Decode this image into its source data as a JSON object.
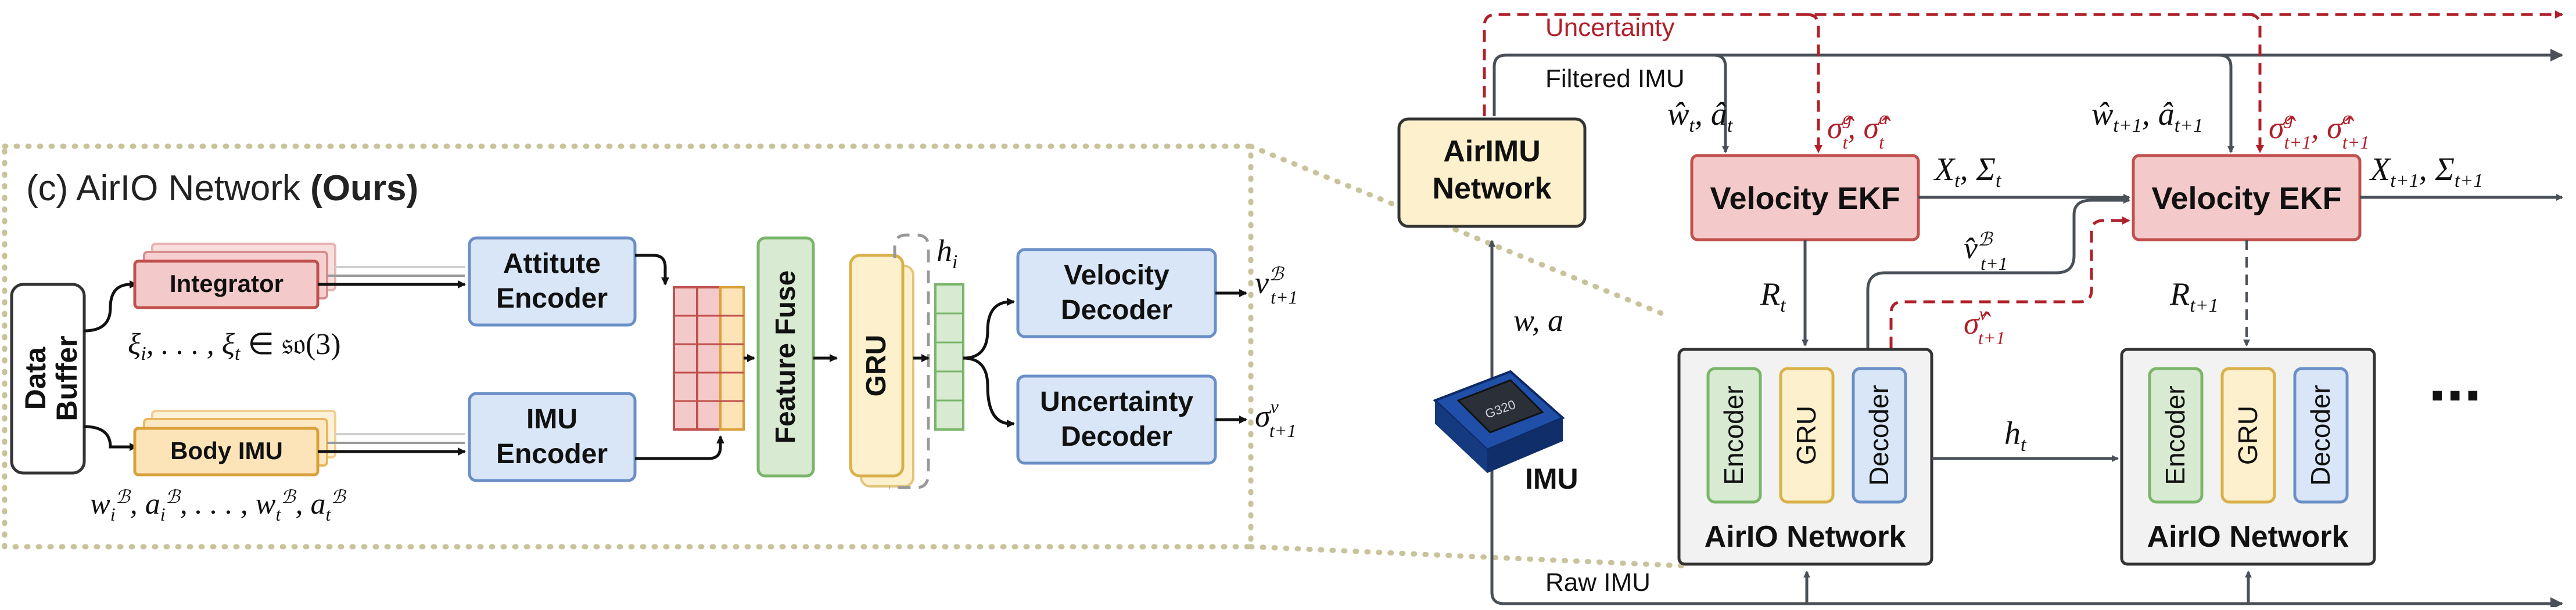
{
  "left_panel": {
    "title_prefix": "(c) AirIO Network ",
    "title_bold": "(Ours)",
    "data_buffer_line1": "Data",
    "data_buffer_line2": "Buffer",
    "integrator_label": "Integrator",
    "body_imu_label": "Body IMU",
    "xi_label": "ξ_i, ..., ξ_t ∈ 𝔰𝔬(3)",
    "w_label": "w_i^B, a_i^B, ..., w_t^B, a_t^B",
    "attitude_encoder_line1": "Attitute",
    "attitude_encoder_line2": "Encoder",
    "imu_encoder_line1": "IMU",
    "imu_encoder_line2": "Encoder",
    "feature_fuse_label": "Feature Fuse",
    "gru_label": "GRU",
    "h_i_label": "h_i",
    "velocity_decoder_line1": "Velocity",
    "velocity_decoder_line2": "Decoder",
    "uncertainty_decoder_line1": "Uncertainty",
    "uncertainty_decoder_line2": "Decoder",
    "v_out_label": "v_{t+1}^B",
    "sigma_out_label": "σ_{t+1}^v"
  },
  "right_panel": {
    "uncertainty_label": "Uncertainty",
    "filtered_imu_label": "Filtered IMU",
    "raw_imu_label": "Raw IMU",
    "airimu_line1": "AirIMU",
    "airimu_line2": "Network",
    "imu_label": "IMU",
    "w_a_label": "w, a",
    "ekf1_label": "Velocity EKF",
    "ekf2_label": "Velocity EKF",
    "what_t_label": "ŵ_t, â_t",
    "what_t1_label": "ŵ_{t+1}, â_{t+1}",
    "sigma_g_t_label": "σ̂_t^g, σ̂_t^a",
    "sigma_g_t1_label": "σ̂_{t+1}^g, σ̂_{t+1}^a",
    "x_t_label": "X_t, Σ_t",
    "x_t1_label": "X_{t+1}, Σ_{t+1}",
    "v_hat_label": "v̂_{t+1}^B",
    "sigma_v_hat_label": "σ̂_{t+1}^v",
    "r_t_label": "R_t",
    "r_t1_label": "R_{t+1}",
    "h_t_label": "h_t",
    "encoder_label": "Encoder",
    "gru_label": "GRU",
    "decoder_label": "Decoder",
    "airio_network_label_1": "AirIO Network",
    "airio_network_label_2": "AirIO Network",
    "ellipsis_label": "...",
    "device_text": "G320"
  },
  "colors": {
    "arrow_gray": "#4a5058",
    "dashed_red": "#b0202a",
    "pink_fill": "#f4c9c9",
    "pink_stroke": "#c0504d",
    "blue_fill": "#d9e6f7",
    "blue_stroke": "#6a8fc8",
    "green_fill": "#d8ead2",
    "green_stroke": "#7ab56a",
    "yellow_fill": "#fdf0cc",
    "yellow_stroke": "#d9b04a",
    "orange_fill": "#fde3b8",
    "gray_box": "#f2f2f2",
    "dotted_olive": "#c8c39a"
  }
}
